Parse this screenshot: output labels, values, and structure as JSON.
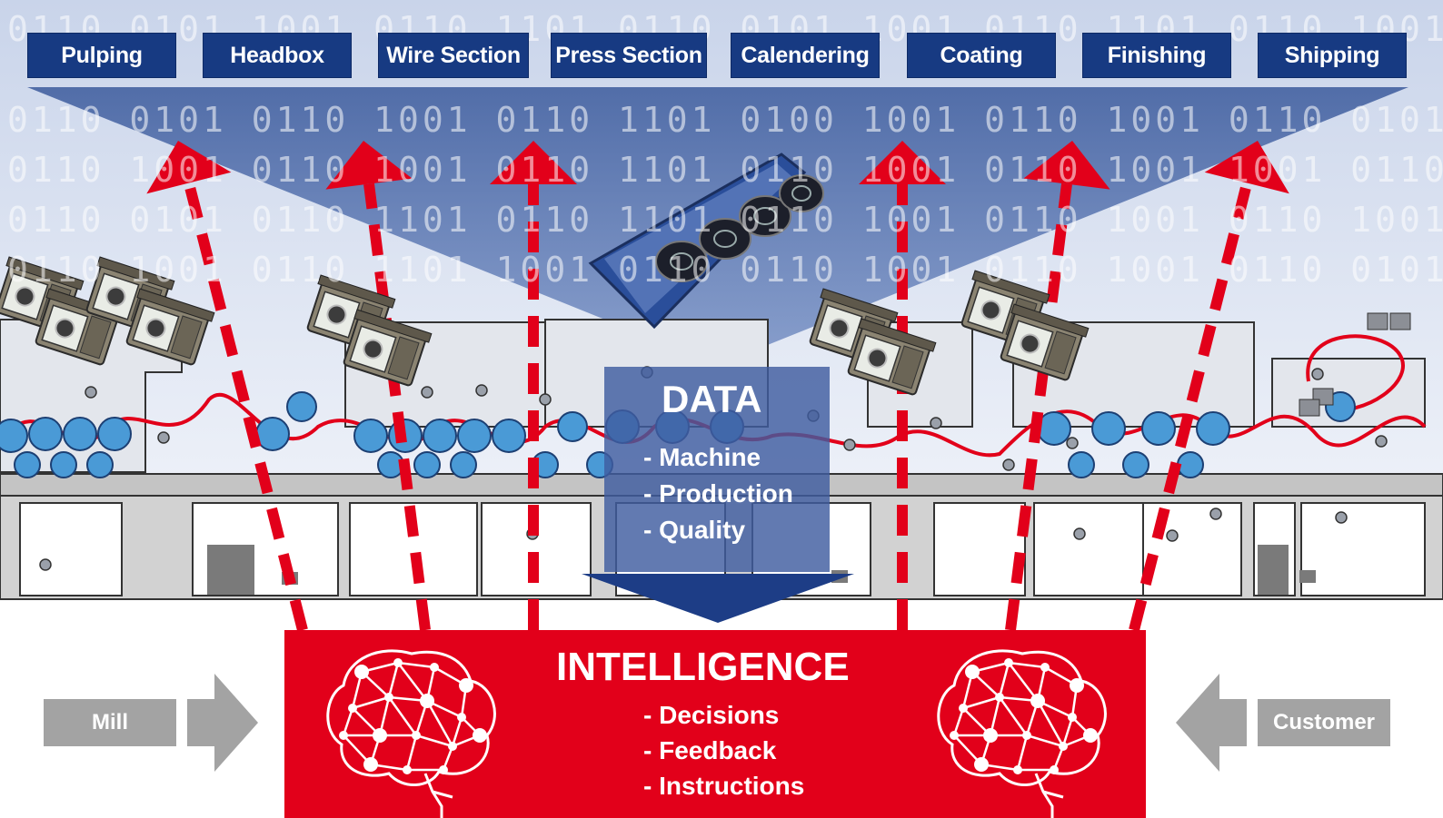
{
  "stages": [
    "Pulping",
    "Headbox",
    "Wire Section",
    "Press Section",
    "Calendering",
    "Coating",
    "Finishing",
    "Shipping"
  ],
  "data_box": {
    "title": "DATA",
    "items": [
      "- Machine",
      "- Production",
      "- Quality"
    ]
  },
  "intelligence_box": {
    "title": "INTELLIGENCE",
    "items": [
      "- Decisions",
      "- Feedback",
      "- Instructions"
    ]
  },
  "left_input": "Mill",
  "right_input": "Customer",
  "colors": {
    "stage_blue": "#173a82",
    "data_blue": "#4e6aa8",
    "intelligence_red": "#e2001a",
    "arrow_red": "#e2001a",
    "input_grey": "#a3a3a3",
    "machine_roll_blue": "#4a9ad6"
  },
  "icons": [
    "camera-icon",
    "brain-network-icon",
    "roller-array-icon"
  ]
}
